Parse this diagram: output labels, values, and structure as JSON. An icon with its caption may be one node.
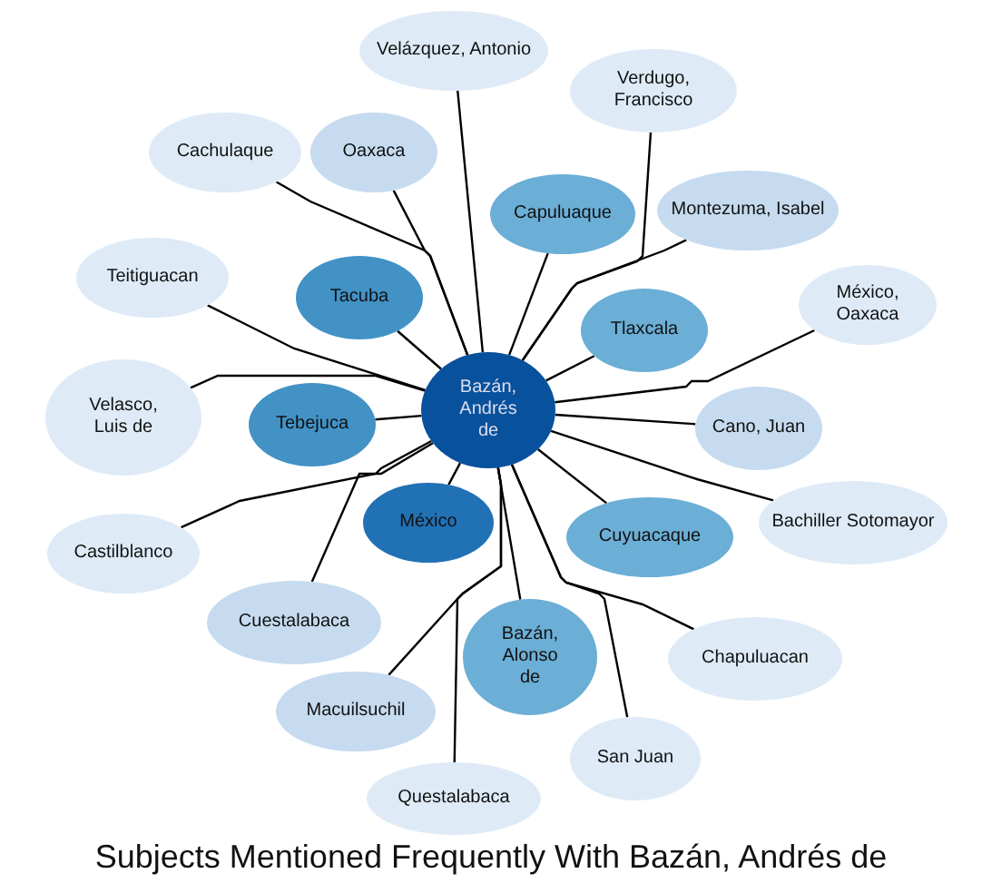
{
  "diagram": {
    "title": "Subjects Mentioned Frequently With Bazán, Andrés de",
    "nodes": [
      {
        "text": [
          "Bazán, Andrés de"
        ]
      },
      {
        "text": [
          "Velázquez, Antonio"
        ]
      },
      {
        "text": [
          "Verdugo, Francisco"
        ]
      },
      {
        "text": [
          "Cachulaque"
        ]
      },
      {
        "text": [
          "Oaxaca"
        ]
      },
      {
        "text": [
          "Capuluaque"
        ]
      },
      {
        "text": [
          "Montezuma, Isabel"
        ]
      },
      {
        "text": [
          "Teitiguacan"
        ]
      },
      {
        "text": [
          "Tacuba"
        ]
      },
      {
        "text": [
          "Tlaxcala"
        ]
      },
      {
        "text": [
          "México, Oaxaca"
        ]
      },
      {
        "text": [
          "Velasco, Luis de"
        ]
      },
      {
        "text": [
          "Tebejuca"
        ]
      },
      {
        "text": [
          "Cano, Juan"
        ]
      },
      {
        "text": [
          "Bachiller Sotomayor"
        ]
      },
      {
        "text": [
          "México"
        ]
      },
      {
        "text": [
          "Cuyuacaque"
        ]
      },
      {
        "text": [
          "Castilblanco"
        ]
      },
      {
        "text": [
          "Cuestalabaca"
        ]
      },
      {
        "text": [
          "Bazán, Alonso de"
        ]
      },
      {
        "text": [
          "Chapuluacan"
        ]
      },
      {
        "text": [
          "Macuilsuchil"
        ]
      },
      {
        "text": [
          "San Juan"
        ]
      },
      {
        "text": [
          "Questalabaca"
        ]
      }
    ],
    "edges": [
      {
        "from": 0,
        "to": 1,
        "arrow": "none"
      },
      {
        "from": 0,
        "to": 2,
        "arrow": "none"
      },
      {
        "from": 0,
        "to": 3,
        "arrow": "none"
      },
      {
        "from": 0,
        "to": 4,
        "arrow": "none"
      },
      {
        "from": 0,
        "to": 5,
        "arrow": "none"
      },
      {
        "from": 0,
        "to": 6,
        "arrow": "none"
      },
      {
        "from": 0,
        "to": 7,
        "arrow": "none"
      },
      {
        "from": 0,
        "to": 8,
        "arrow": "none"
      },
      {
        "from": 0,
        "to": 9,
        "arrow": "none"
      },
      {
        "from": 0,
        "to": 10,
        "arrow": "none"
      },
      {
        "from": 0,
        "to": 11,
        "arrow": "none"
      },
      {
        "from": 0,
        "to": 12,
        "arrow": "none"
      },
      {
        "from": 0,
        "to": 13,
        "arrow": "none"
      },
      {
        "from": 0,
        "to": 14,
        "arrow": "none"
      },
      {
        "from": 0,
        "to": 15,
        "arrow": "none"
      },
      {
        "from": 0,
        "to": 16,
        "arrow": "none"
      },
      {
        "from": 0,
        "to": 17,
        "arrow": "none"
      },
      {
        "from": 0,
        "to": 18,
        "arrow": "none"
      },
      {
        "from": 0,
        "to": 19,
        "arrow": "none"
      },
      {
        "from": 0,
        "to": 20,
        "arrow": "none"
      },
      {
        "from": 0,
        "to": 21,
        "arrow": "none"
      },
      {
        "from": 0,
        "to": 22,
        "arrow": "none"
      },
      {
        "from": 0,
        "to": 23,
        "arrow": "none"
      }
    ]
  }
}
